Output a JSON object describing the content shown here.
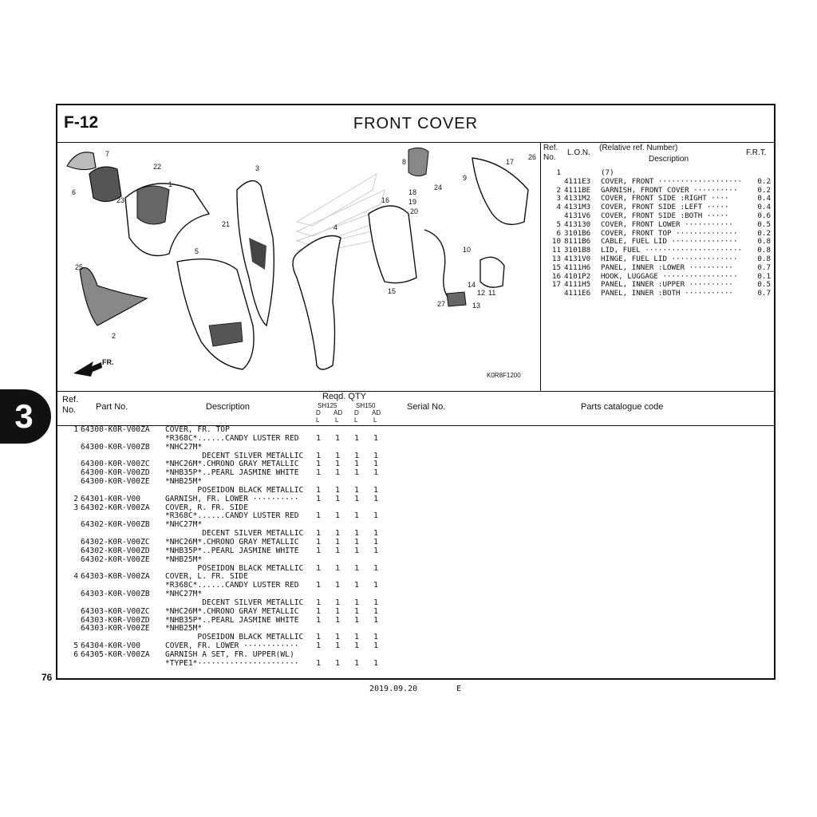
{
  "header": {
    "section_code": "F-12",
    "title": "FRONT COVER"
  },
  "diagram": {
    "drawing_code": "K0R8F1200",
    "direction_label": "FR.",
    "callouts": [
      "1",
      "2",
      "3",
      "4",
      "5",
      "6",
      "7",
      "8",
      "9",
      "10",
      "11",
      "12",
      "13",
      "14",
      "15",
      "16",
      "17",
      "18",
      "19",
      "20",
      "21",
      "22",
      "23",
      "24",
      "25",
      "26",
      "27"
    ]
  },
  "reference": {
    "headers": {
      "ref_no": "Ref.\nNo.",
      "lon": "L.O.N.",
      "description_top": "(Relative ref. Number)",
      "description": "Description",
      "frt": "F.R.T."
    },
    "rows": [
      {
        "ref": "1",
        "lon": "",
        "desc": "(7)",
        "frt": ""
      },
      {
        "ref": "",
        "lon": "4111E3",
        "desc": "COVER, FRONT ···················",
        "frt": "0.2"
      },
      {
        "ref": "2",
        "lon": "4111BE",
        "desc": "GARNISH, FRONT COVER ··········",
        "frt": "0.2"
      },
      {
        "ref": "3",
        "lon": "4131M2",
        "desc": "COVER, FRONT SIDE :RIGHT ····",
        "frt": "0.4"
      },
      {
        "ref": "4",
        "lon": "4131M3",
        "desc": "COVER, FRONT SIDE :LEFT ·····",
        "frt": "0.4"
      },
      {
        "ref": "",
        "lon": "4131V6",
        "desc": "COVER, FRONT SIDE :BOTH ·····",
        "frt": "0.6"
      },
      {
        "ref": "5",
        "lon": "413130",
        "desc": "COVER, FRONT LOWER ···········",
        "frt": "0.5"
      },
      {
        "ref": "6",
        "lon": "3101B6",
        "desc": "COVER, FRONT TOP ··············",
        "frt": "0.2"
      },
      {
        "ref": "10",
        "lon": "8111B6",
        "desc": "CABLE, FUEL LID ···············",
        "frt": "0.8"
      },
      {
        "ref": "11",
        "lon": "3101B8",
        "desc": "LID, FUEL ······················",
        "frt": "0.8"
      },
      {
        "ref": "13",
        "lon": "4131V0",
        "desc": "HINGE, FUEL LID ···············",
        "frt": "0.8"
      },
      {
        "ref": "15",
        "lon": "4111H6",
        "desc": "PANEL, INNER :LOWER ··········",
        "frt": "0.7"
      },
      {
        "ref": "16",
        "lon": "4101P2",
        "desc": "HOOK, LUGGAGE ·················",
        "frt": "0.1"
      },
      {
        "ref": "17",
        "lon": "4111H5",
        "desc": "PANEL, INNER :UPPER ··········",
        "frt": "0.5"
      },
      {
        "ref": "",
        "lon": "4111E6",
        "desc": "PANEL, INNER :BOTH ···········",
        "frt": "0.7"
      }
    ]
  },
  "parts_table": {
    "headers": {
      "ref_no": "Ref.\nNo.",
      "part_no": "Part No.",
      "description": "Description",
      "reqd_qty": "Reqd. QTY",
      "model_1": "SH125",
      "model_2": "SH150",
      "type_d": "D",
      "type_ad": "AD",
      "type_l": "L",
      "serial_no": "Serial No.",
      "catalogue_code": "Parts catalogue code"
    },
    "rows": [
      {
        "ref": "1",
        "part": "64300-K0R-V00ZA",
        "desc": "COVER, FR. TOP",
        "q": [
          "",
          "",
          "",
          ""
        ]
      },
      {
        "ref": "",
        "part": "",
        "desc": "*R368C*......CANDY LUSTER RED",
        "q": [
          "1",
          "1",
          "1",
          "1"
        ]
      },
      {
        "ref": "",
        "part": "64300-K0R-V00ZB",
        "desc": "*NHC27M*",
        "q": [
          "",
          "",
          "",
          ""
        ]
      },
      {
        "ref": "",
        "part": "",
        "desc": "        DECENT SILVER METALLIC",
        "q": [
          "1",
          "1",
          "1",
          "1"
        ]
      },
      {
        "ref": "",
        "part": "64300-K0R-V00ZC",
        "desc": "*NHC26M*.CHRONO GRAY METALLIC",
        "q": [
          "1",
          "1",
          "1",
          "1"
        ]
      },
      {
        "ref": "",
        "part": "64300-K0R-V00ZD",
        "desc": "*NHB35P*..PEARL JASMINE WHITE",
        "q": [
          "1",
          "1",
          "1",
          "1"
        ]
      },
      {
        "ref": "",
        "part": "64300-K0R-V00ZE",
        "desc": "*NHB25M*",
        "q": [
          "",
          "",
          "",
          ""
        ]
      },
      {
        "ref": "",
        "part": "",
        "desc": "       POSEIDON BLACK METALLIC",
        "q": [
          "1",
          "1",
          "1",
          "1"
        ]
      },
      {
        "ref": "2",
        "part": "64301-K0R-V00",
        "desc": "GARNISH, FR. LOWER ··········",
        "q": [
          "1",
          "1",
          "1",
          "1"
        ]
      },
      {
        "ref": "3",
        "part": "64302-K0R-V00ZA",
        "desc": "COVER, R. FR. SIDE",
        "q": [
          "",
          "",
          "",
          ""
        ]
      },
      {
        "ref": "",
        "part": "",
        "desc": "*R368C*......CANDY LUSTER RED",
        "q": [
          "1",
          "1",
          "1",
          "1"
        ]
      },
      {
        "ref": "",
        "part": "64302-K0R-V00ZB",
        "desc": "*NHC27M*",
        "q": [
          "",
          "",
          "",
          ""
        ]
      },
      {
        "ref": "",
        "part": "",
        "desc": "        DECENT SILVER METALLIC",
        "q": [
          "1",
          "1",
          "1",
          "1"
        ]
      },
      {
        "ref": "",
        "part": "64302-K0R-V00ZC",
        "desc": "*NHC26M*.CHRONO GRAY METALLIC",
        "q": [
          "1",
          "1",
          "1",
          "1"
        ]
      },
      {
        "ref": "",
        "part": "64302-K0R-V00ZD",
        "desc": "*NHB35P*..PEARL JASMINE WHITE",
        "q": [
          "1",
          "1",
          "1",
          "1"
        ]
      },
      {
        "ref": "",
        "part": "64302-K0R-V00ZE",
        "desc": "*NHB25M*",
        "q": [
          "",
          "",
          "",
          ""
        ]
      },
      {
        "ref": "",
        "part": "",
        "desc": "       POSEIDON BLACK METALLIC",
        "q": [
          "1",
          "1",
          "1",
          "1"
        ]
      },
      {
        "ref": "4",
        "part": "64303-K0R-V00ZA",
        "desc": "COVER, L. FR. SIDE",
        "q": [
          "",
          "",
          "",
          ""
        ]
      },
      {
        "ref": "",
        "part": "",
        "desc": "*R368C*......CANDY LUSTER RED",
        "q": [
          "1",
          "1",
          "1",
          "1"
        ]
      },
      {
        "ref": "",
        "part": "64303-K0R-V00ZB",
        "desc": "*NHC27M*",
        "q": [
          "",
          "",
          "",
          ""
        ]
      },
      {
        "ref": "",
        "part": "",
        "desc": "        DECENT SILVER METALLIC",
        "q": [
          "1",
          "1",
          "1",
          "1"
        ]
      },
      {
        "ref": "",
        "part": "64303-K0R-V00ZC",
        "desc": "*NHC26M*.CHRONO GRAY METALLIC",
        "q": [
          "1",
          "1",
          "1",
          "1"
        ]
      },
      {
        "ref": "",
        "part": "64303-K0R-V00ZD",
        "desc": "*NHB35P*..PEARL JASMINE WHITE",
        "q": [
          "1",
          "1",
          "1",
          "1"
        ]
      },
      {
        "ref": "",
        "part": "64303-K0R-V00ZE",
        "desc": "*NHB25M*",
        "q": [
          "",
          "",
          "",
          ""
        ]
      },
      {
        "ref": "",
        "part": "",
        "desc": "       POSEIDON BLACK METALLIC",
        "q": [
          "1",
          "1",
          "1",
          "1"
        ]
      },
      {
        "ref": "5",
        "part": "64304-K0R-V00",
        "desc": "COVER, FR. LOWER ············",
        "q": [
          "1",
          "1",
          "1",
          "1"
        ]
      },
      {
        "ref": "",
        "part": "",
        "desc": "",
        "q": [
          "",
          "",
          "",
          ""
        ]
      },
      {
        "ref": "6",
        "part": "64305-K0R-V00ZA",
        "desc": "GARNISH A SET, FR. UPPER(WL)",
        "q": [
          "",
          "",
          "",
          ""
        ]
      },
      {
        "ref": "",
        "part": "",
        "desc": "*TYPE1*······················",
        "q": [
          "1",
          "1",
          "1",
          "1"
        ]
      }
    ]
  },
  "page": {
    "number": "76",
    "chapter": "3",
    "date": "2019.09.20",
    "edition": "E"
  }
}
